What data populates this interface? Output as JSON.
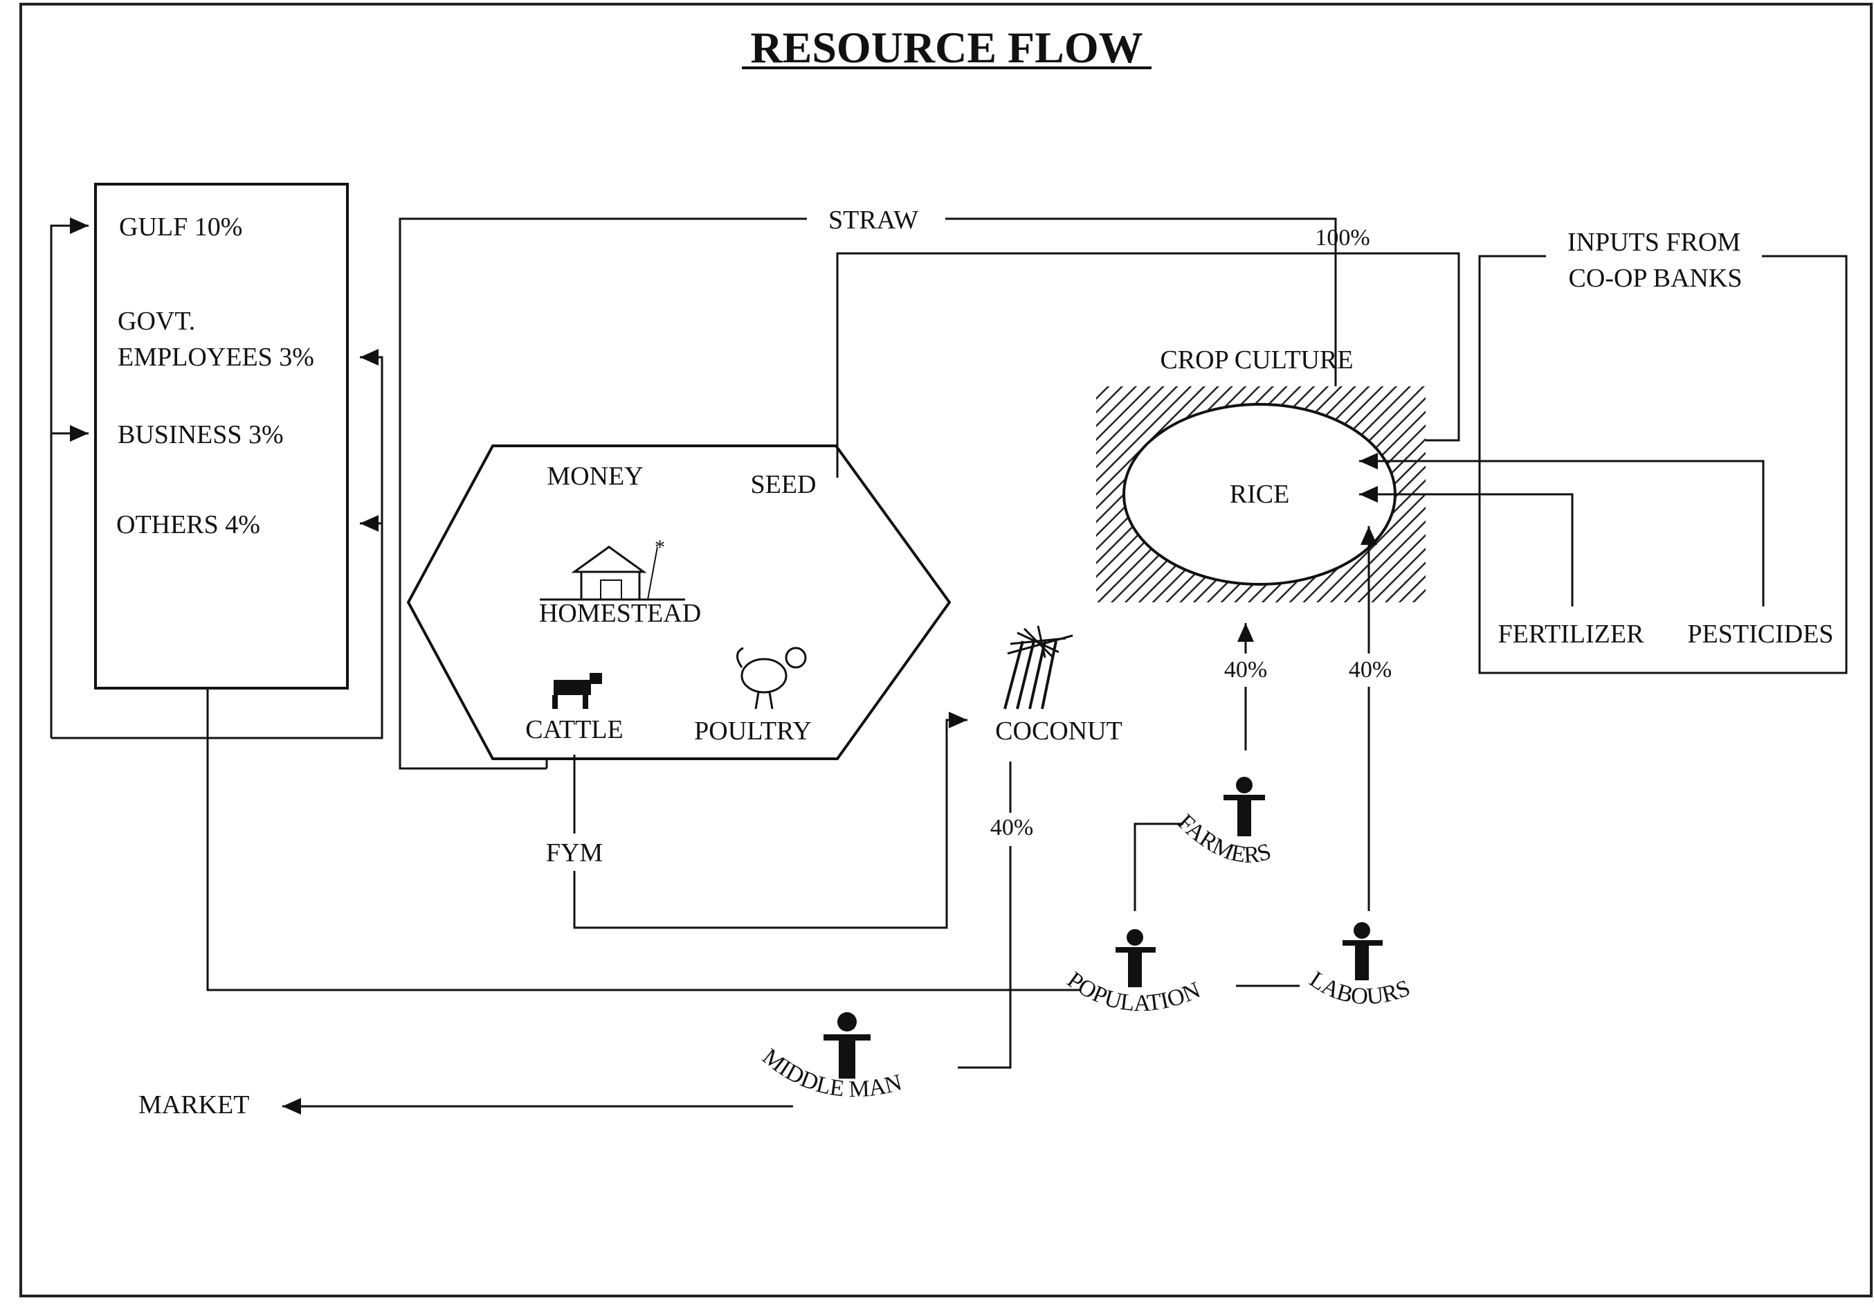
{
  "title": "RESOURCE FLOW",
  "income_box": {
    "gulf": "GULF 10%",
    "govt_line1": "GOVT.",
    "govt_line2": "EMPLOYEES 3%",
    "business": "BUSINESS 3%",
    "others": "OTHERS 4%"
  },
  "straw": "STRAW",
  "pct_100": "100%",
  "inputs_line1": "INPUTS FROM",
  "inputs_line2": "CO-OP BANKS",
  "crop_culture": "CROP CULTURE",
  "rice": "RICE",
  "fertilizer": "FERTILIZER",
  "pesticides": "PESTICIDES",
  "homestead": {
    "money": "MONEY",
    "seed": "SEED",
    "homestead": "HOMESTEAD",
    "cattle": "CATTLE",
    "poultry": "POULTRY"
  },
  "coconut": "COCONUT",
  "fym": "FYM",
  "pct_farmers": "40%",
  "pct_labours": "40%",
  "pct_coconut": "40%",
  "farmers": "FARMERS",
  "population": "POPULATION",
  "labours": "LABOURS",
  "middle_man": "MIDDLE MAN",
  "market": "MARKET",
  "colors": {
    "ink": "#111111",
    "background": "#ffffff",
    "inputs_text": "#1a2a5a"
  }
}
